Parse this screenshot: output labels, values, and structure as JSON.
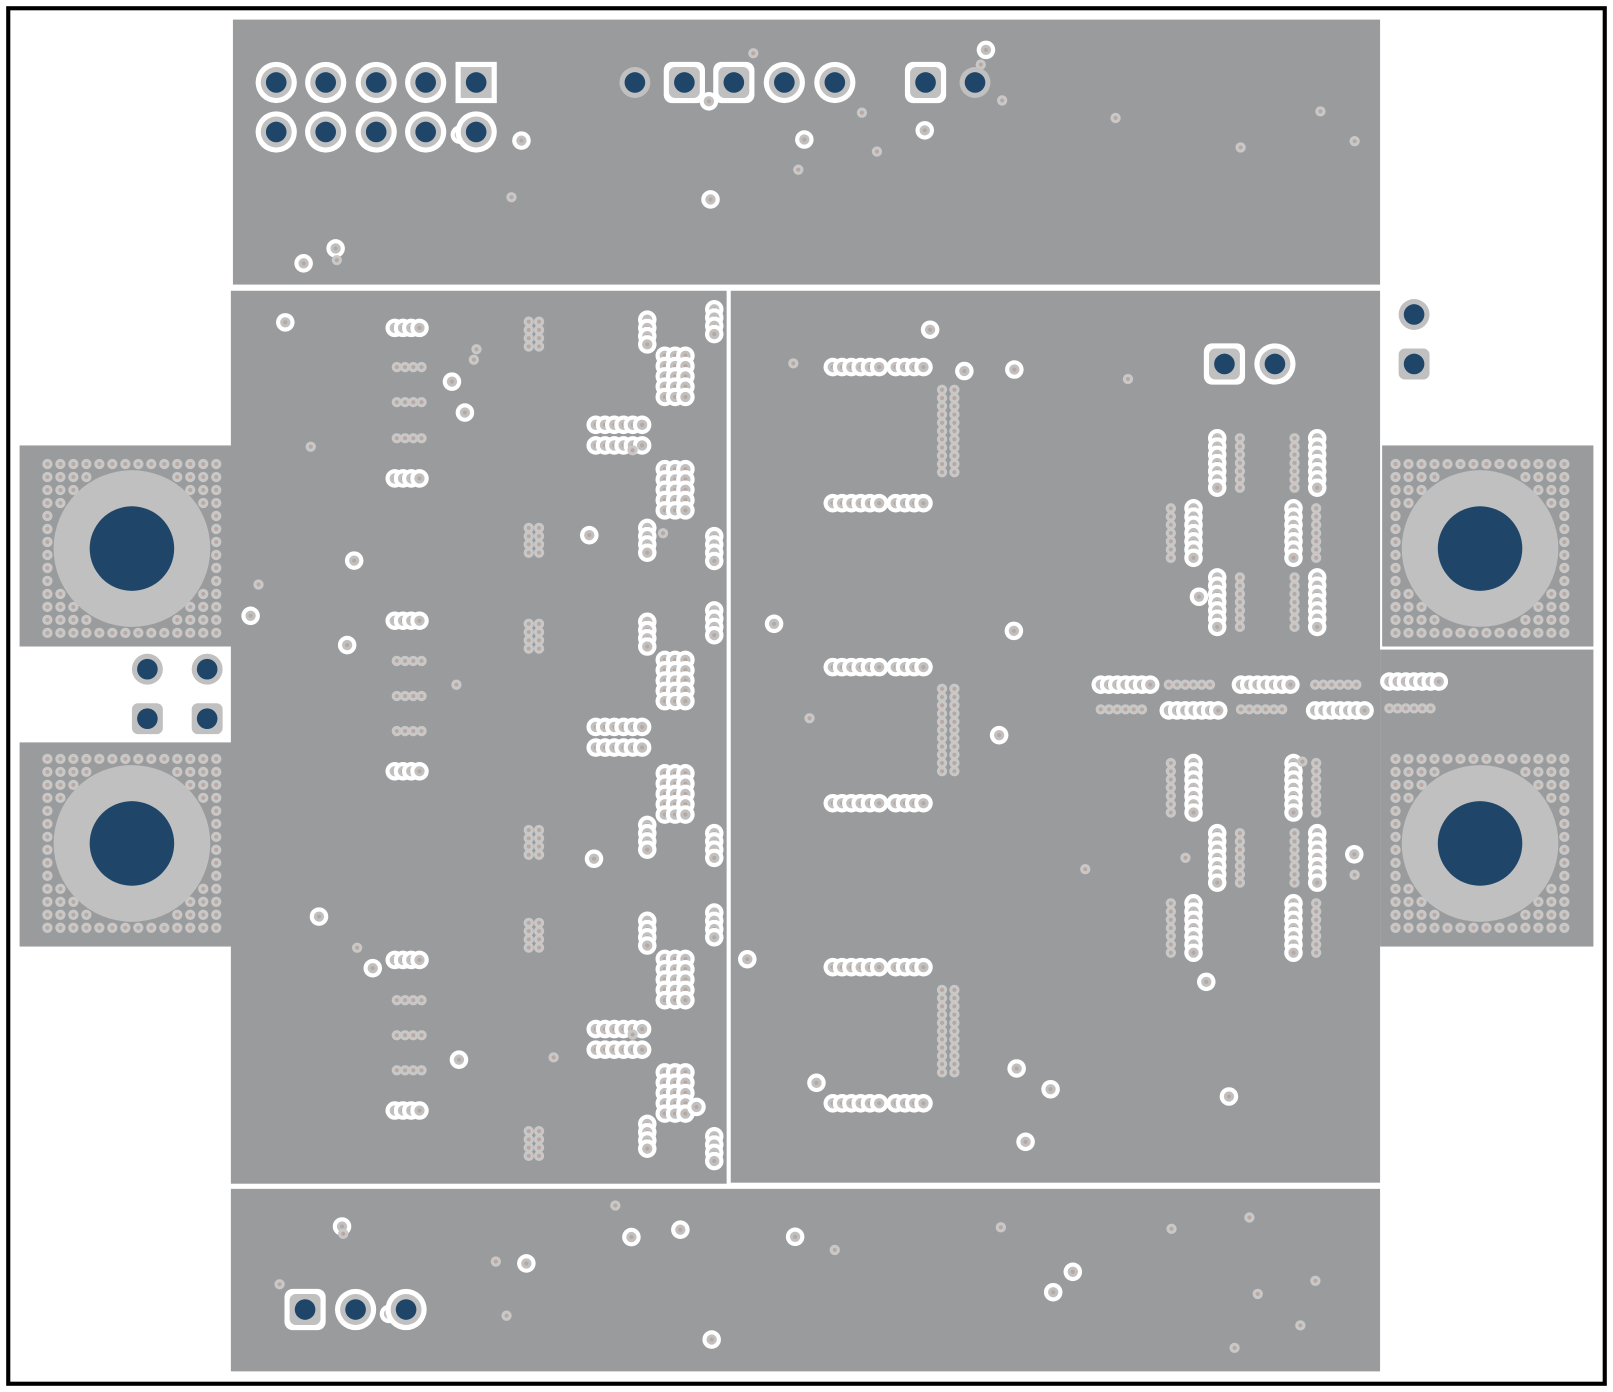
{
  "diagram": {
    "type": "pcb-layer-view",
    "colors": {
      "background": "#ffffff",
      "outline": "#000000",
      "copper": "#9a9b9d",
      "clearance": "#ffffff",
      "pad": "#c0c0c0",
      "drill": "#1f4568",
      "via_center": "#b8a8a0"
    },
    "mounting_holes": 4,
    "connectors": [
      {
        "name": "header-2x5",
        "pins": 10
      },
      {
        "name": "header-top-row",
        "pins": 7
      },
      {
        "name": "header-bottom",
        "pins": 3
      },
      {
        "name": "header-right-pair",
        "pins": 2
      },
      {
        "name": "pads-left",
        "pins": 4
      },
      {
        "name": "pads-right",
        "pins": 2
      }
    ]
  }
}
